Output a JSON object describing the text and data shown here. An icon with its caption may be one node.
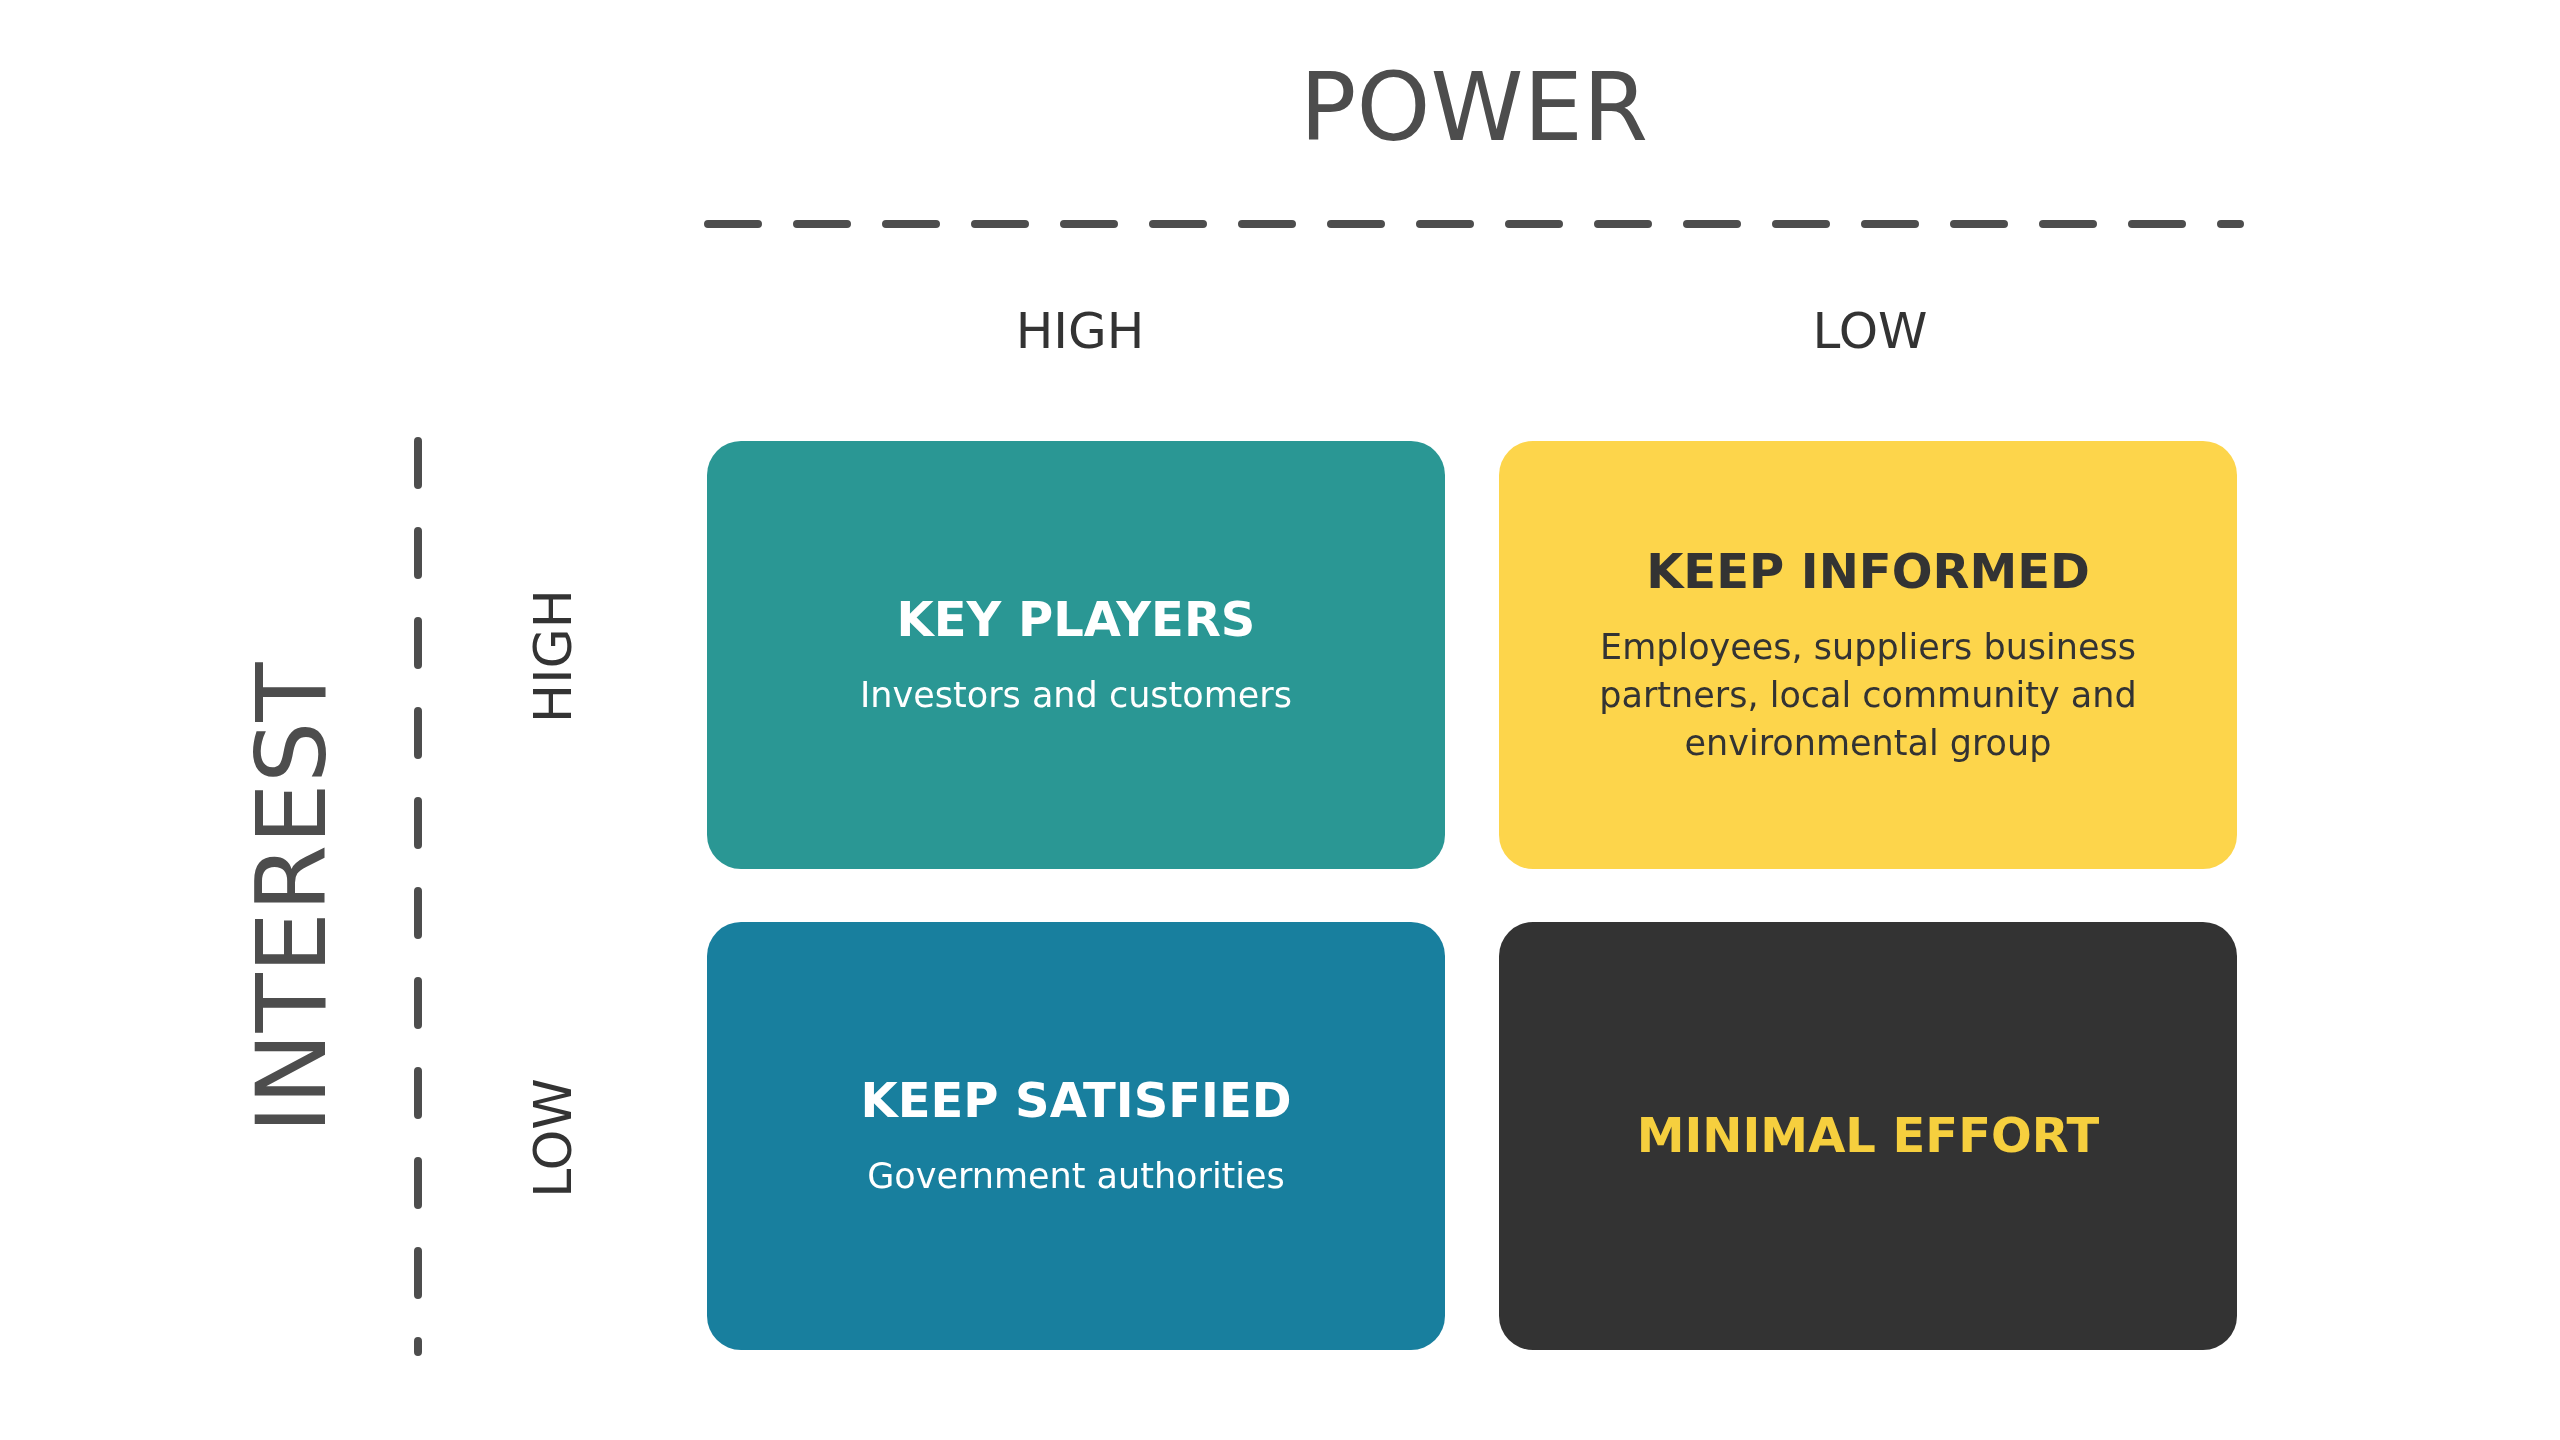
{
  "diagram": {
    "nodes": [
      {
        "text": [
          "KEY PLAYERS",
          "Investors and customers"
        ]
      },
      {
        "text": [
          "KEEP INFORMED",
          "Employees, suppliers business partners, local community and environmental group"
        ]
      },
      {
        "text": [
          "KEEP SATISFIED",
          "Government authorities"
        ]
      },
      {
        "text": [
          "MINIMAL EFFORT"
        ]
      }
    ],
    "labels": [
      "POWER",
      "HIGH",
      "LOW",
      "INTEREST",
      "HIGH",
      "LOW"
    ]
  }
}
